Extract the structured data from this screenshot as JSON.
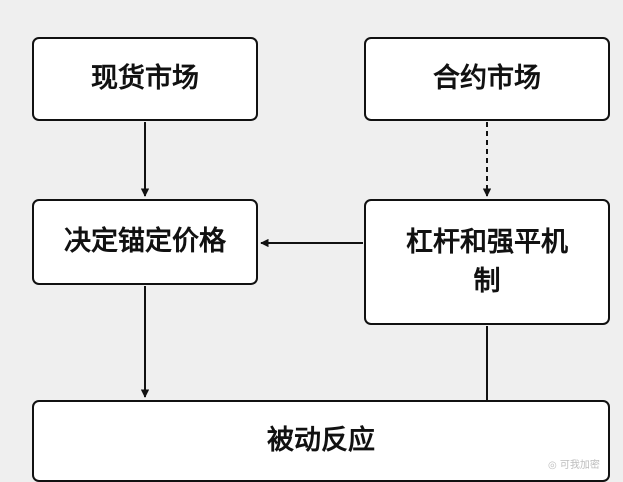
{
  "nodes": {
    "spot_market": "现货市场",
    "futures_market": "合约市场",
    "anchor_price": "决定锚定价格",
    "leverage_liquidation": "杠杆和强平机制",
    "passive_reaction": "被动反应"
  },
  "edges": [
    {
      "from": "spot_market",
      "to": "anchor_price",
      "style": "solid"
    },
    {
      "from": "futures_market",
      "to": "leverage_liquidation",
      "style": "dashed"
    },
    {
      "from": "leverage_liquidation",
      "to": "anchor_price",
      "style": "solid"
    },
    {
      "from": "anchor_price",
      "to": "passive_reaction",
      "style": "solid"
    },
    {
      "from": "leverage_liquidation",
      "to": "passive_reaction",
      "style": "solid",
      "arrowhead": false
    }
  ],
  "watermark": "可我加密",
  "colors": {
    "line": "#111111",
    "background": "#efefef",
    "box_fill": "#ffffff"
  }
}
